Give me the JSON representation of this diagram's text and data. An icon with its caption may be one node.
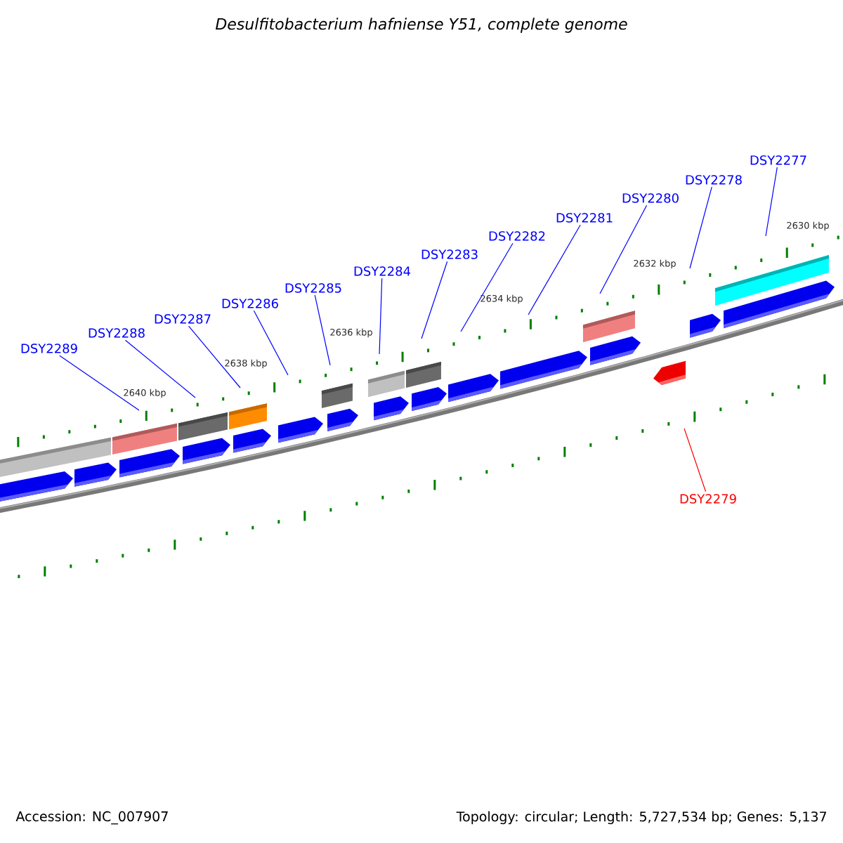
{
  "diagram": {
    "title": "Desulfitobacterium hafniense Y51, complete genome",
    "nodes": [
      {
        "text": [
          "DSY2289"
        ]
      },
      {
        "text": [
          "DSY2288"
        ]
      },
      {
        "text": [
          "DSY2287"
        ]
      },
      {
        "text": [
          "DSY2286"
        ]
      },
      {
        "text": [
          "DSY2285"
        ]
      },
      {
        "text": [
          "DSY2284"
        ]
      },
      {
        "text": [
          "DSY2283"
        ]
      },
      {
        "text": [
          "DSY2282"
        ]
      },
      {
        "text": [
          "DSY2281"
        ]
      },
      {
        "text": [
          "DSY2280"
        ]
      },
      {
        "text": [
          "DSY2279"
        ]
      },
      {
        "text": [
          "DSY2278"
        ]
      },
      {
        "text": [
          "DSY2277"
        ]
      }
    ],
    "edges": [
      {
        "from": 0,
        "to": null,
        "arrow": "none"
      },
      {
        "from": 1,
        "to": null,
        "arrow": "none"
      },
      {
        "from": 2,
        "to": null,
        "arrow": "none"
      },
      {
        "from": 3,
        "to": null,
        "arrow": "none"
      },
      {
        "from": 4,
        "to": null,
        "arrow": "none"
      },
      {
        "from": 5,
        "to": null,
        "arrow": "none"
      },
      {
        "from": 6,
        "to": null,
        "arrow": "none"
      },
      {
        "from": 7,
        "to": null,
        "arrow": "none"
      },
      {
        "from": 8,
        "to": null,
        "arrow": "none"
      },
      {
        "from": 9,
        "to": null,
        "arrow": "none"
      },
      {
        "from": 10,
        "to": null,
        "arrow": "none",
        "color": "#ff0000"
      },
      {
        "from": 11,
        "to": null,
        "arrow": "none"
      },
      {
        "from": 12,
        "to": null,
        "arrow": "none"
      }
    ],
    "labels": [
      "2630 kbp",
      "2632 kbp",
      "2634 kbp",
      "2636 kbp",
      "2638 kbp",
      "2640 kbp",
      "Accession: NC_007907",
      "Topology: circular; Length: 5,727,534 bp; Genes: 5,137"
    ]
  }
}
